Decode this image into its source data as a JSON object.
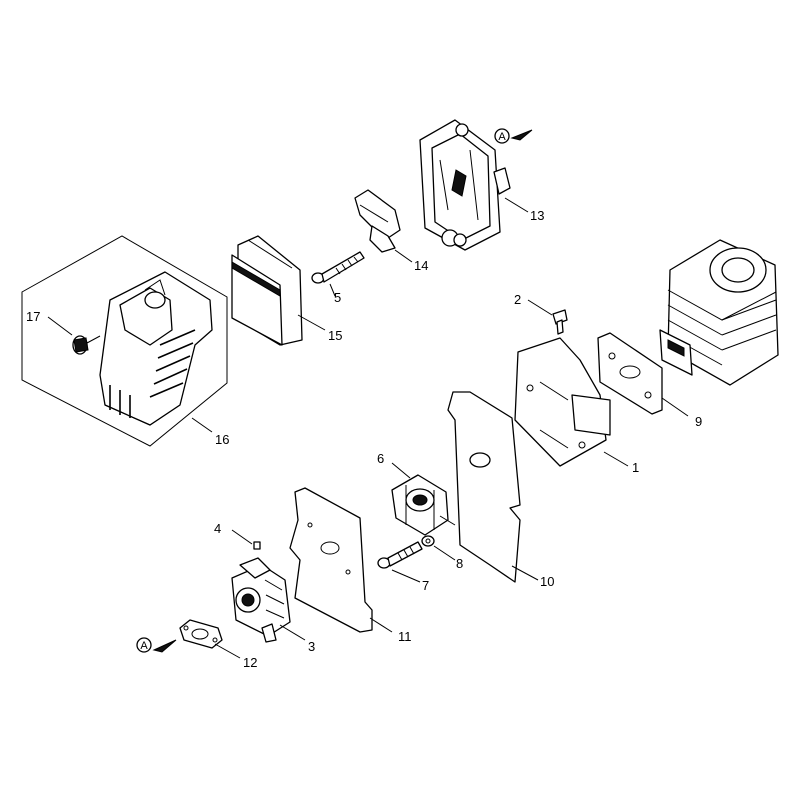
{
  "callouts": [
    "1",
    "2",
    "3",
    "4",
    "5",
    "6",
    "7",
    "8",
    "9",
    "10",
    "11",
    "12",
    "13",
    "14",
    "15",
    "16",
    "17"
  ],
  "reference": {
    "letter": "A"
  }
}
